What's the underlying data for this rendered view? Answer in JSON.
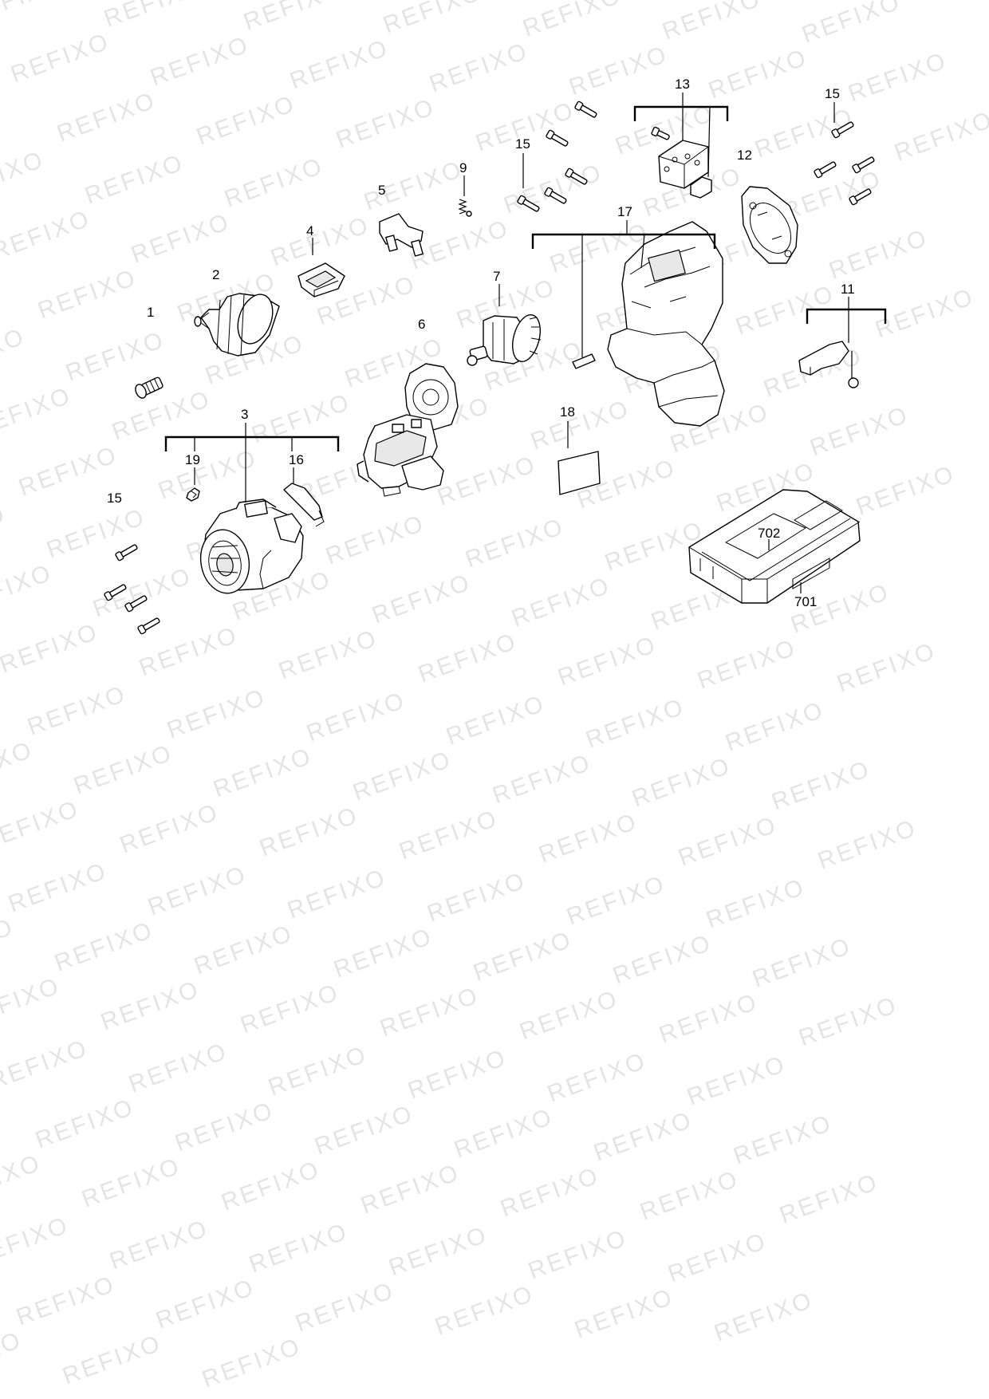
{
  "watermark": {
    "text": "REFIXO"
  },
  "callouts": {
    "c1": "1",
    "c2": "2",
    "c3": "3",
    "c4": "4",
    "c5": "5",
    "c6": "6",
    "c7": "7",
    "c9": "9",
    "c11": "11",
    "c12": "12",
    "c13": "13",
    "c15a": "15",
    "c15b": "15",
    "c15c": "15",
    "c16": "16",
    "c17": "17",
    "c18": "18",
    "c19": "19",
    "c701": "701",
    "c702": "702"
  }
}
